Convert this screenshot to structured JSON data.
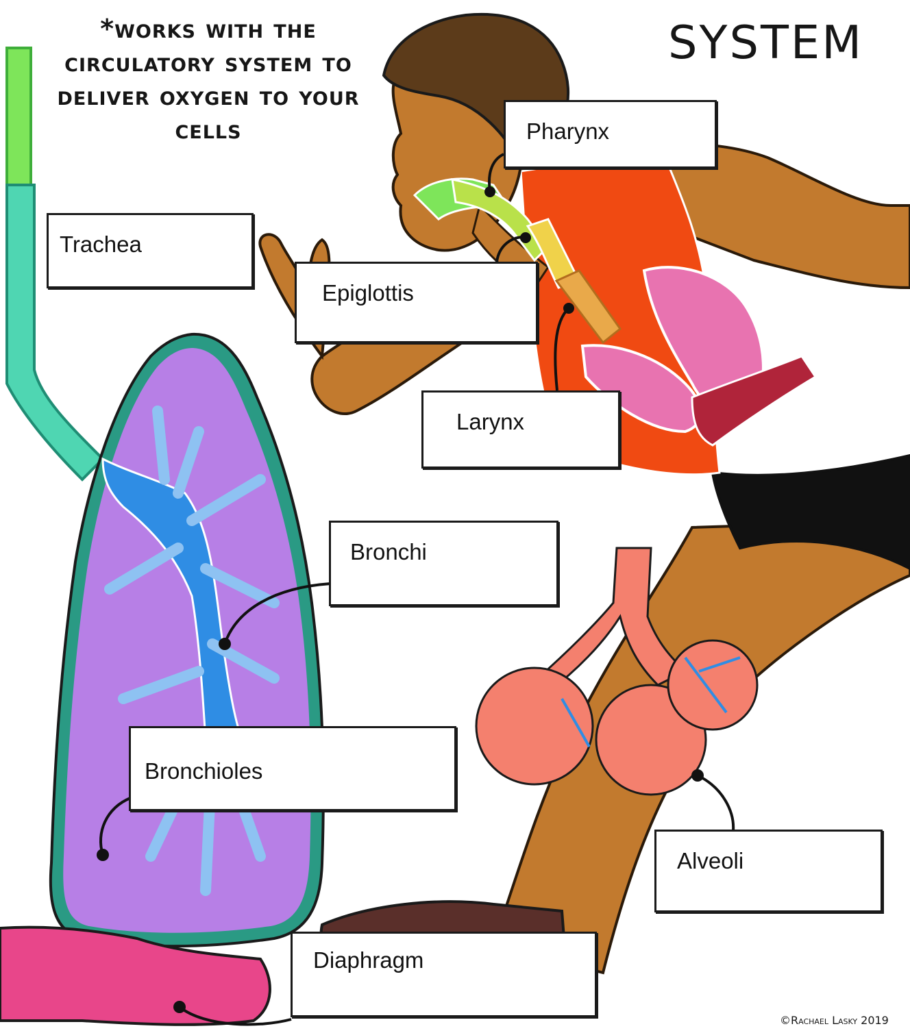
{
  "title": "system",
  "note": "*works with the circulatory system to deliver oxygen to your cells",
  "credit": "©Rachael Lasky 2019",
  "labels": {
    "pharynx": "Pharynx",
    "trachea": "Trachea",
    "epiglottis": "Epiglottis",
    "larynx": "Larynx",
    "bronchi": "Bronchi",
    "bronchioles": "Bronchioles",
    "alveoli": "Alveoli",
    "diaphragm": "Diaphragm"
  },
  "colors": {
    "skin": "#c27a2e",
    "hair": "#5c3b1a",
    "shirt": "#f04a12",
    "lung_pink": "#e873b0",
    "lung_purple": "#b77fe6",
    "lung_outline": "#2a9a84",
    "bronchi_blue": "#2f8de4",
    "bronchiole_light": "#8ec2f2",
    "trachea_teal": "#4fd6b2",
    "trachea_green": "#7ee55a",
    "alveoli_salmon": "#f4806e",
    "diaphragm_pink": "#e8468a"
  }
}
